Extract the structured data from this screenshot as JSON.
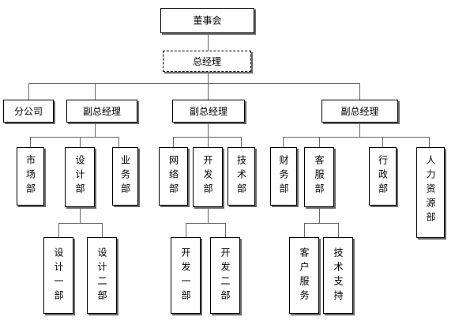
{
  "chart": {
    "board": "董事会",
    "general_manager": "总经理",
    "branch": "分公司",
    "vgm_left": "副总经理",
    "vgm_center": "副总经理",
    "vgm_right": "副总经理",
    "marketing": "市场部",
    "design": "设计部",
    "business": "业务部",
    "network": "网络部",
    "development": "开发部",
    "technology": "技术部",
    "finance": "财务部",
    "customer_service": "客服部",
    "administration": "行政部",
    "human_resources": "人力资源部",
    "design_1": "设计一部",
    "design_2": "设计二部",
    "dev_1": "开发一部",
    "dev_2": "开发二部",
    "customer_support": "客户服务",
    "tech_support": "技术支持"
  }
}
